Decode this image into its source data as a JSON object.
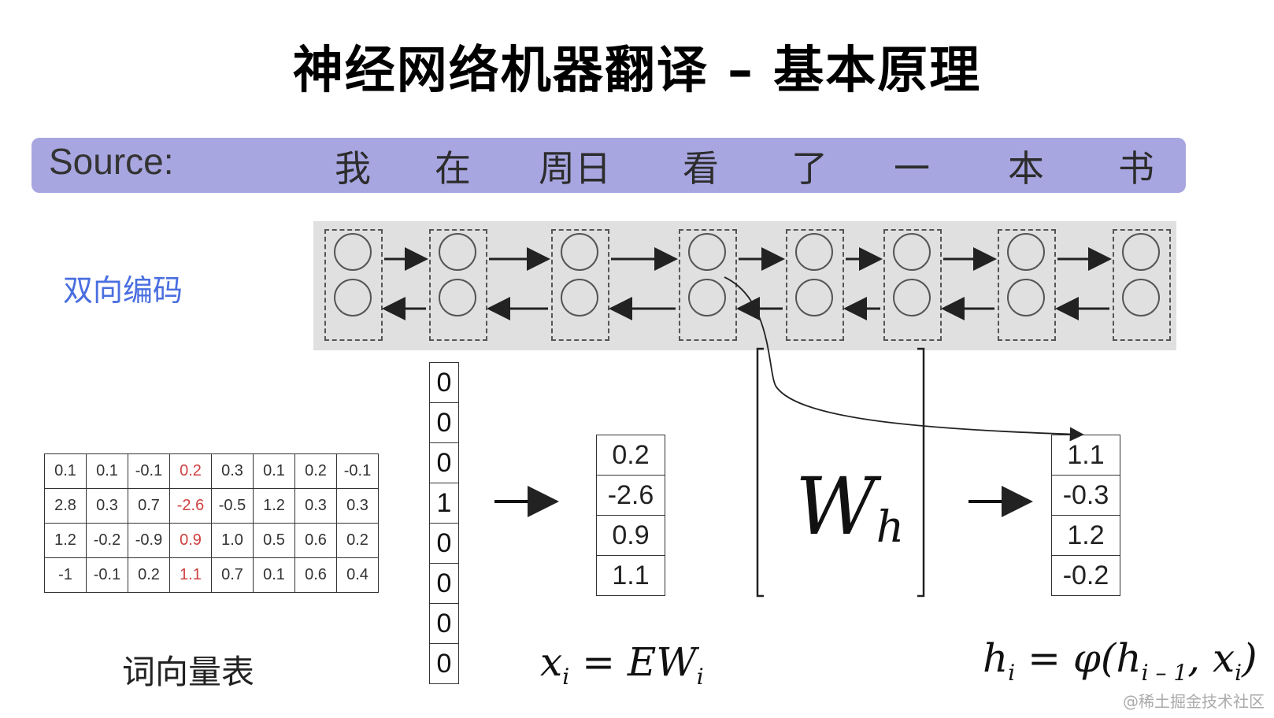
{
  "title": "神经网络机器翻译 – 基本原理",
  "source": {
    "label": "Source:",
    "words": [
      "我",
      "在",
      "周日",
      "看",
      "了",
      "一",
      "本",
      "书"
    ]
  },
  "encoder_label": "双向编码",
  "embedding_table": {
    "rows": [
      [
        "0.1",
        "0.1",
        "-0.1",
        "0.2",
        "0.3",
        "0.1",
        "0.2",
        "-0.1"
      ],
      [
        "2.8",
        "0.3",
        "0.7",
        "-2.6",
        "-0.5",
        "1.2",
        "0.3",
        "0.3"
      ],
      [
        "1.2",
        "-0.2",
        "-0.9",
        "0.9",
        "1.0",
        "0.5",
        "0.6",
        "0.2"
      ],
      [
        "-1",
        "-0.1",
        "0.2",
        "1.1",
        "0.7",
        "0.1",
        "0.6",
        "0.4"
      ]
    ],
    "highlight_column": 3,
    "highlight_color": "#d04040",
    "label": "词向量表"
  },
  "onehot_vector": [
    "0",
    "0",
    "0",
    "1",
    "0",
    "0",
    "0",
    "0"
  ],
  "embedded_vector": [
    "0.2",
    "-2.6",
    "0.9",
    "1.1"
  ],
  "weight_matrix": {
    "symbol": "W",
    "subscript": "h"
  },
  "hidden_vector": [
    "1.1",
    "-0.3",
    "1.2",
    "-0.2"
  ],
  "formulas": {
    "embedding": {
      "lhs": "x",
      "lhs_sub": "i",
      "rhs": "= EW",
      "rhs_sub": "i"
    },
    "hidden": {
      "lhs": "h",
      "lhs_sub": "i",
      "rhs": "= φ(h",
      "rhs_sub": "i – 1",
      "tail": ", x",
      "tail_sub": "i",
      "close": ")"
    }
  },
  "watermark": "@稀土掘金技术社区",
  "colors": {
    "source_bar": "#a8a6e0",
    "encoder_label": "#4a6ee0",
    "encoder_panel": "#e0e0e0"
  }
}
